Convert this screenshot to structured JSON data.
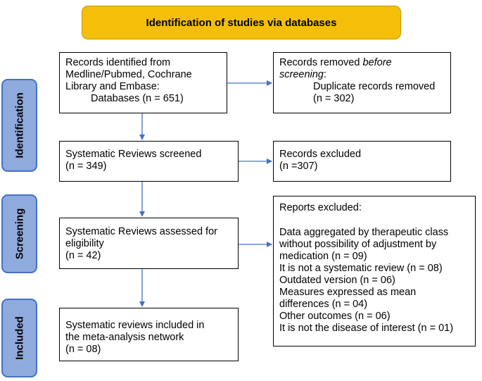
{
  "header": {
    "title": "Identification of studies via databases"
  },
  "stages": {
    "identification": "Identification",
    "screening": "Screening",
    "included": "Included"
  },
  "boxes": {
    "records_identified": [
      "Records identified from",
      "Medline/Pubmed, Cochrane",
      "Library and Embase:",
      "Databases (n = 651)"
    ],
    "records_removed": {
      "line1_prefix": "Records removed ",
      "line1_italic": "before",
      "line2_italic": "screening",
      "line2_suffix": ":",
      "line3": "Duplicate records removed",
      "line4": "(n = 302)"
    },
    "screened": [
      "Systematic Reviews screened",
      "(n = 349)"
    ],
    "records_excluded": [
      "Records excluded",
      "(n =307)"
    ],
    "assessed": [
      "Systematic Reviews assessed for",
      "eligibility",
      "(n = 42)"
    ],
    "reports_excluded": {
      "title": "Reports excluded:",
      "lines": [
        "Data aggregated by therapeutic class",
        "without possibility of adjustment by",
        "medication (n = 09)",
        "It is not a systematic review (n = 08)",
        "Outdated version (n = 06)",
        "Measures expressed as mean",
        "differences (n = 04)",
        "Other outcomes (n = 06)",
        "It is not the disease of interest (n = 01)"
      ]
    },
    "included": [
      "Systematic reviews included in",
      "the meta-analysis network",
      "(n = 08)"
    ]
  },
  "colors": {
    "header_fill": "#f5be08",
    "stage_fill": "#8faadc",
    "stage_border": "#4472c4",
    "arrow": "#4472c4"
  }
}
